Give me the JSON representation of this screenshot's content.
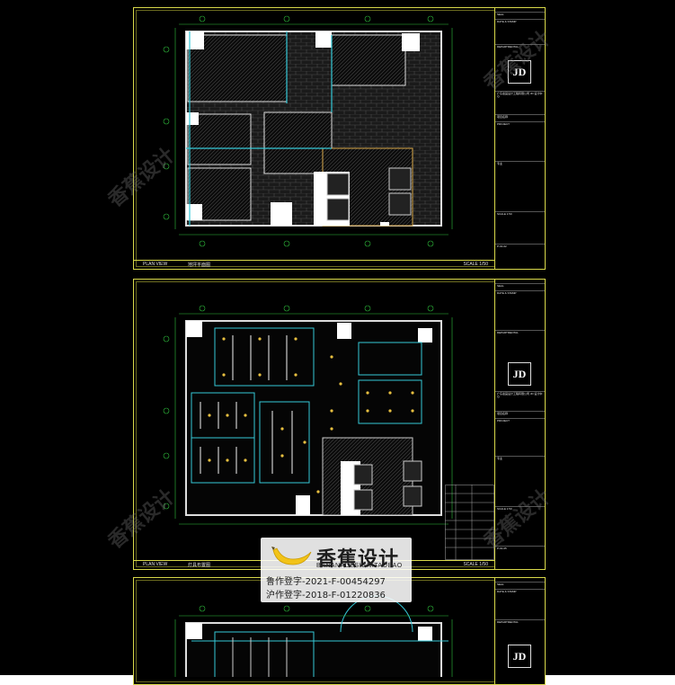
{
  "sheets": [
    {
      "view_label": "PLAN VIEW",
      "drawing_name": "地坪平面图",
      "scale": "SCALE 1/50",
      "tb": {
        "r1": "SEAL",
        "r2": "DATE & STAMP",
        "r3": "DEPARTMENTAL",
        "r4": "JD",
        "r5": "广东嘉茵设计工程有限公司 JD 设计中心",
        "r6": "项目名称",
        "r7": "PROJECT",
        "r8": "专业",
        "r9": "SCALE 1:50",
        "r10": "P-01-02"
      }
    },
    {
      "view_label": "PLAN VIEW",
      "drawing_name": "灯具布置图",
      "scale": "SCALE 1/50",
      "tb": {
        "r1": "SEAL",
        "r2": "DATE & STAMP",
        "r3": "DEPARTMENTAL",
        "r4": "JD",
        "r5": "广东嘉茵设计工程有限公司 JD 设计中心",
        "r6": "项目名称",
        "r7": "PROJECT",
        "r8": "专业",
        "r9": "SCALE 1:50",
        "r10": "P-01-05"
      }
    },
    {
      "tb": {
        "r1": "SEAL",
        "r2": "DATE & STAMP",
        "r3": "DEPARTMENTAL",
        "r4": "JD"
      }
    }
  ],
  "badge": {
    "title": "香蕉设计",
    "subtitle": "BANANADESIGN.TAOBAO",
    "line1": "鲁作登字-2021-F-00454297",
    "line2": "沪作登字-2018-F-01220836"
  },
  "watermark": "香蕉设计",
  "colors": {
    "frame": "#d9d94a",
    "wall": "#2a2a2a",
    "cyan": "#35c9d8",
    "white": "#ffffff",
    "background": "#000000"
  }
}
